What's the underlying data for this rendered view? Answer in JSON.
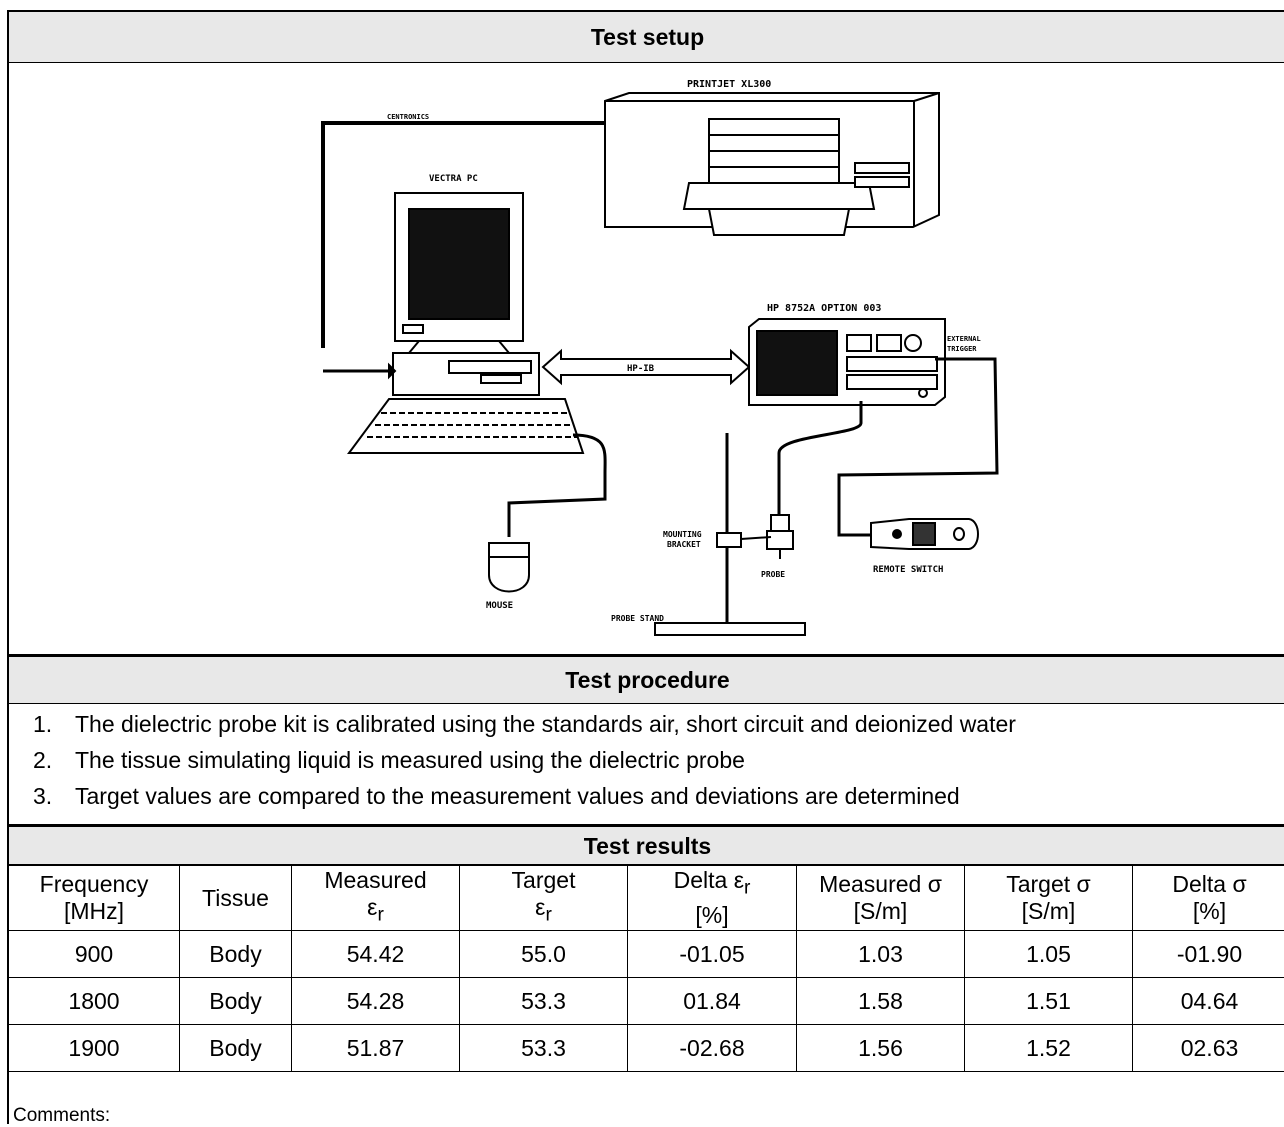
{
  "setup": {
    "title": "Test setup",
    "diagram": {
      "printer_label": "PRINTJET XL300",
      "cable_label": "CENTRONICS",
      "pc_label": "VECTRA PC",
      "analyzer_label": "HP 8752A OPTION 003",
      "bus_label": "HP-IB",
      "trigger_label_1": "EXTERNAL",
      "trigger_label_2": "TRIGGER",
      "mouse_label": "MOUSE",
      "bracket_label_1": "MOUNTING",
      "bracket_label_2": "BRACKET",
      "probe_label": "PROBE",
      "switch_label": "REMOTE SWITCH",
      "stand_label": "PROBE STAND"
    }
  },
  "procedure": {
    "title": "Test procedure",
    "steps": [
      {
        "num": "1.",
        "text": "The dielectric probe kit is calibrated using the standards air, short circuit and deionized water"
      },
      {
        "num": "2.",
        "text": "The tissue simulating liquid is measured using the dielectric probe"
      },
      {
        "num": "3.",
        "text": "Target values are compared to the measurement values and deviations are determined"
      }
    ]
  },
  "results": {
    "title": "Test results",
    "headers": [
      {
        "l1": "Frequency",
        "l2": "[MHz]"
      },
      {
        "l1": "Tissue",
        "l2": ""
      },
      {
        "l1": "Measured",
        "sym": "ε",
        "sub": "r"
      },
      {
        "l1": "Target",
        "sym": "ε",
        "sub": "r"
      },
      {
        "l1": "Delta ε",
        "sub": "r",
        "l2": "[%]"
      },
      {
        "l1": "Measured σ",
        "l2": "[S/m]"
      },
      {
        "l1": "Target σ",
        "l2": "[S/m]"
      },
      {
        "l1": "Delta σ",
        "l2": "[%]"
      }
    ],
    "rows": [
      [
        "900",
        "Body",
        "54.42",
        "55.0",
        "-01.05",
        "1.03",
        "1.05",
        "-01.90"
      ],
      [
        "1800",
        "Body",
        "54.28",
        "53.3",
        "01.84",
        "1.58",
        "1.51",
        "04.64"
      ],
      [
        "1900",
        "Body",
        "51.87",
        "53.3",
        "-02.68",
        "1.56",
        "1.52",
        "02.63"
      ]
    ]
  },
  "comments": "Comments:"
}
